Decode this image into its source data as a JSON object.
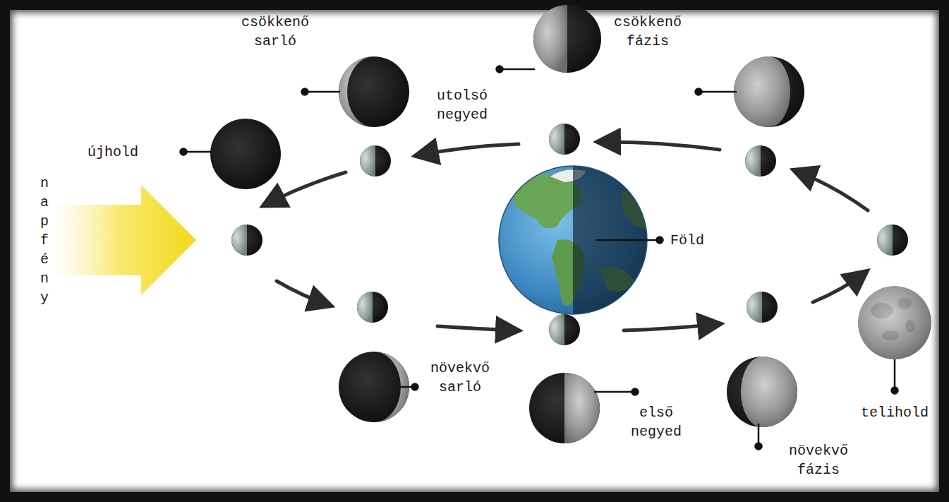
{
  "diagram": {
    "labels": [
      "napfény",
      "újhold",
      "csökkenő sarló",
      "utolsó negyed",
      "csökkenő fázis",
      "Föld",
      "növekvő sarló",
      "első negyed",
      "növekvő fázis",
      "telihold"
    ]
  }
}
